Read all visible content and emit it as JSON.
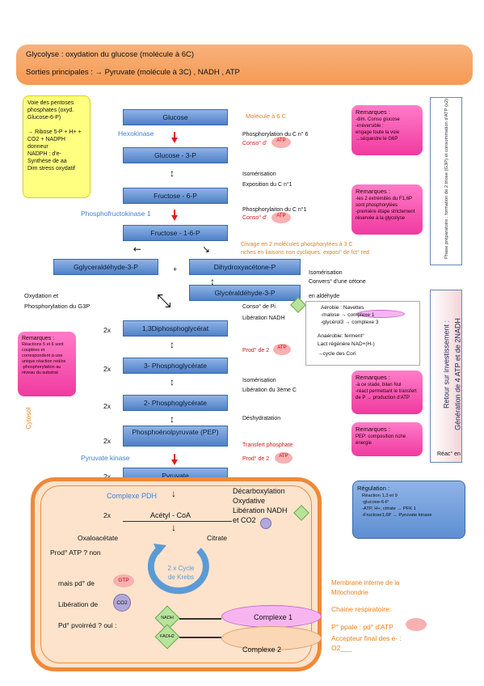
{
  "header": {
    "line1": "Glycolyse : oxydation du glucose (molécule à 6C)",
    "line2": "Sorties principales : → Pyruvate (molécule à 3C)        ,   NADH , ATP"
  },
  "yellow_box": {
    "text": "Voie des pentoses phosphates (oxyd. Glucose-6-P)\n\n→ Ribose 5-P + H+ + CO2 + NADPH\n                donneur\nNADPH : d'e- Synthèse de aa\nDim stress oxydatif"
  },
  "steps": {
    "glucose": "Glucose",
    "glucose3p": "Glucose - 3-P",
    "fructose6p": "Fructose - 6-P",
    "fructose16p": "Fructose - 1-6-P",
    "gly3p_left": "Gglyceraldéhyde-3-P",
    "dhap": "Dihydroxyacétone-P",
    "gly3p_right": "Glycéraldéhyde-3-P",
    "bpg": "1,3Diphosphoglycérat",
    "pg3": "3- Phosphoglycérate",
    "pg2": "2- Phosphoglycérate",
    "pep": "Phosphoénolpyruvate (PEP)",
    "pyruvate": "Pyruvate",
    "acetylcoa": "Acétyl - CoA"
  },
  "enzymes": {
    "hexokinase": "Hexokinase",
    "pfk": "Phosphofructokinase 1",
    "pyruvate_kinase": "Pyruvate kinase",
    "pdh": "Complexe PDH"
  },
  "annotations": {
    "molecule6c": "Molécule à 6 C",
    "phos1": "Phosphorylation du C n° 6",
    "conso1": "Conso° d'",
    "atp": "ATP",
    "iso1": "Isomérisation",
    "expo1": "Exposition du C n°1",
    "phos2": "Phosphorylaiton du C n°1",
    "conso2": "Conso° d'",
    "clivage1": "Clivage en 2 molécules phosphorylées à 3 C",
    "clivage2": "riches en liaisons non cycliques. exposi° de fct° red",
    "iso2": "Isomérisation",
    "convers": "Convers° d'une cétone",
    "aldehyde": "en aldéhyde",
    "oxyd1": "Oxydation et",
    "oxyd2": "Phosphorylation du G3P",
    "consopi": "Conso° de Pi",
    "libnadh": "Libération NADH",
    "prod2atp": "Prod° de 2",
    "iso3": "Isomérisation",
    "lib3c": "Libération du 3ème C",
    "deshyd": "Déshydratation",
    "transfert": "Transfert phosphate",
    "prod2atp2": "Prod° de 2",
    "twox": "2x",
    "decarb": "Décarboxylation",
    "oxyd": "Oxydative",
    "libnadh2": "Libération NADH",
    "etco2": "et CO2",
    "plus": "+"
  },
  "aerobie": {
    "title": "Aérobie : Navettes",
    "l1": "-malose → complexe 1",
    "l2": "-glycérol3 → complexe 3",
    "l3": "Anaérobie: ferment°",
    "l4": "Lact régénère NAD+(H-)",
    "l5": "→cycle des Cori"
  },
  "remarks": {
    "r1_title": "Remarques :",
    "r1_text": "-dim. Conso glucose\n-irréversible :\nengage toute la voie\n→séquestre le G6P",
    "r2_title": "Remarques :",
    "r2_text": "-les 2 extrémités du F1,6P sont phosphorylées\n-première étape strictement réservée à la glycolyse",
    "r3_title": "Remarques :",
    "r3_text": "Réactions 5 et 6 sont couplées et correspondent à une unique réaction red/ox\n-phosphorylation au niveau du substrat",
    "r4_title": "Remarques :",
    "r4_text": "-à ce stade, bilan Nul\n-réact permettant le transfert de P → production d'ATP",
    "r5_title": "Remarques :",
    "r5_text": "PEP: composition riche énergie"
  },
  "regulation": {
    "title": "Régulation :",
    "text": "Réaction 1,3 et 9\n-glucose-6-P\n-ATP, H+, citrate → PFK 1\n-Fructose1,6P → Pyruvate kinase"
  },
  "side": {
    "phase_prep": "Phase préparatoire : formation de 2 triose (G3P) et consommation d'ATP (x2)",
    "retour": "Retour sur investissement :",
    "generation": "Génération de 4 ATP et de 2NADH",
    "reac": "Réac° en"
  },
  "cytosol": "Cytosol",
  "mito": {
    "oxaloacetate": "Oxaloacétate",
    "citrate": "Citrate",
    "prod_atp": "Prod° ATP ? non",
    "cycle1": "2 x Cycle",
    "cycle2": "de Krebs",
    "mais": "mais pd° de",
    "gtp": "GTP",
    "liberation": "Libération de",
    "co2": "CO2",
    "pouvoir": "Pd° pvoirréd ? oui :",
    "nadh": "NADH",
    "fadh2": "FADH2",
    "complexe1": "Complexe 1",
    "complexe2": "Complexe 2",
    "membrane1": "Membrane interne de la",
    "membrane2": "Mitochondrie",
    "chaine": "Chaine respiratoire:",
    "ppale": "P° ppale : pd° d'ATP",
    "accepteur1": "Accepteur final des e- :",
    "accepteur2": "O2___"
  },
  "colors": {
    "orange": "#f59a55",
    "pink": "#f03aa0",
    "blue_step": "#4f81c7",
    "yellow": "#ffff80",
    "mito_fill": "#fde3cc",
    "mito_border": "#ee8a3a"
  }
}
